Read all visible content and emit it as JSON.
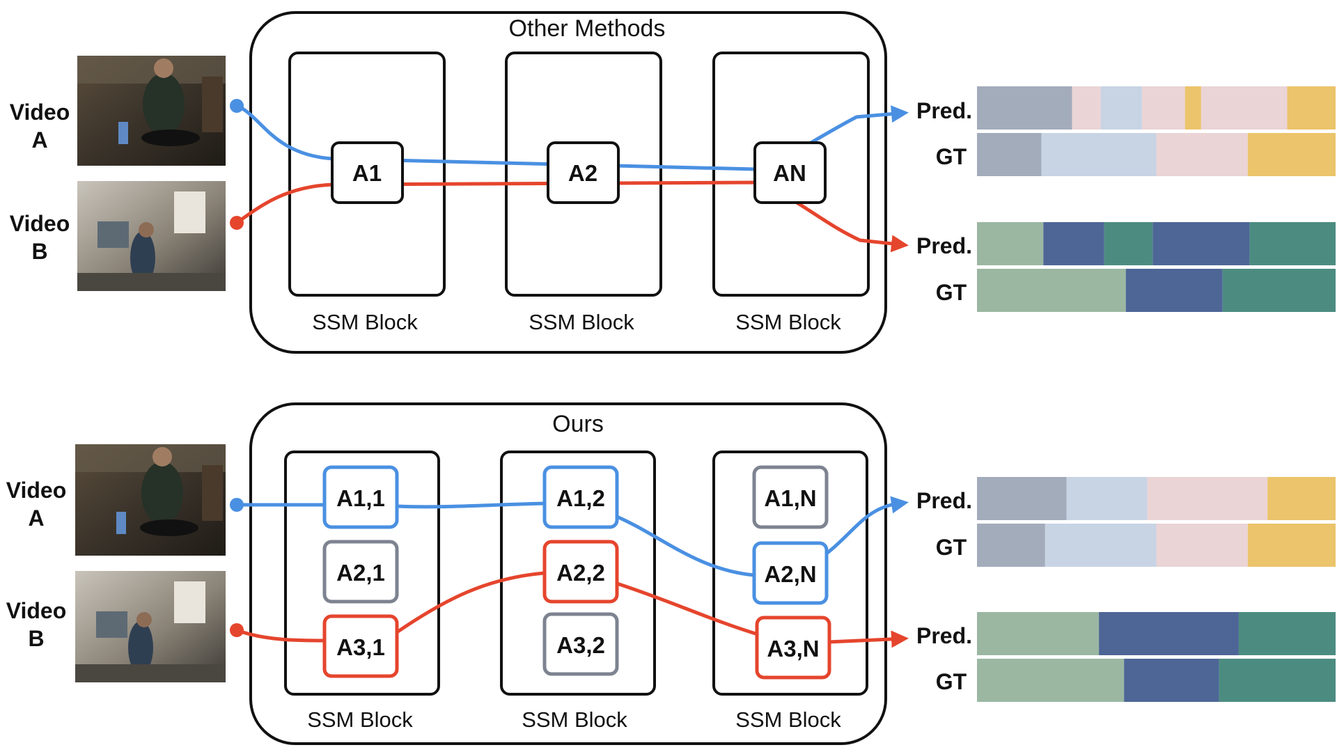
{
  "sections": [
    {
      "title": "Other Methods",
      "block_label": "SSM Block",
      "modules": [
        "A1",
        "A2",
        "AN"
      ]
    },
    {
      "title": "Ours",
      "block_label": "SSM Block",
      "modules": [
        [
          "A1,1",
          "A2,1",
          "A3,1"
        ],
        [
          "A1,2",
          "A2,2",
          "A3,2"
        ],
        [
          "A1,N",
          "A2,N",
          "A3,N"
        ]
      ]
    }
  ],
  "video_labels": {
    "a": [
      "Video",
      "A"
    ],
    "b": [
      "Video",
      "B"
    ]
  },
  "row_labels": {
    "pred": "Pred.",
    "gt": "GT"
  },
  "colors": {
    "video_a_path": "#4a90e2",
    "video_b_path": "#e5452d",
    "inactive_module": "#7d8390",
    "segment_gray": "#a3acbb",
    "segment_light_blue": "#c8d4e4",
    "segment_pink": "#ead4d6",
    "segment_yellow": "#ebc46b",
    "segment_sage": "#9bb7a2",
    "segment_navy": "#4e6696",
    "segment_teal": "#4c8c80"
  },
  "segmentations": {
    "top_a_pred": [
      [
        0.265,
        "segment_gray"
      ],
      [
        0.08,
        "segment_pink"
      ],
      [
        0.115,
        "segment_light_blue"
      ],
      [
        0.12,
        "segment_pink"
      ],
      [
        0.045,
        "segment_yellow"
      ],
      [
        0.24,
        "segment_pink"
      ],
      [
        0.135,
        "segment_yellow"
      ]
    ],
    "top_a_gt": [
      [
        0.18,
        "segment_gray"
      ],
      [
        0.32,
        "segment_light_blue"
      ],
      [
        0.255,
        "segment_pink"
      ],
      [
        0.245,
        "segment_yellow"
      ]
    ],
    "top_b_pred": [
      [
        0.185,
        "segment_sage"
      ],
      [
        0.17,
        "segment_navy"
      ],
      [
        0.135,
        "segment_teal"
      ],
      [
        0.27,
        "segment_navy"
      ],
      [
        0.24,
        "segment_teal"
      ]
    ],
    "top_b_gt": [
      [
        0.415,
        "segment_sage"
      ],
      [
        0.27,
        "segment_navy"
      ],
      [
        0.315,
        "segment_teal"
      ]
    ],
    "bot_a_pred": [
      [
        0.25,
        "segment_gray"
      ],
      [
        0.225,
        "segment_light_blue"
      ],
      [
        0.335,
        "segment_pink"
      ],
      [
        0.19,
        "segment_yellow"
      ]
    ],
    "bot_a_gt": [
      [
        0.19,
        "segment_gray"
      ],
      [
        0.31,
        "segment_light_blue"
      ],
      [
        0.255,
        "segment_pink"
      ],
      [
        0.245,
        "segment_yellow"
      ]
    ],
    "bot_b_pred": [
      [
        0.34,
        "segment_sage"
      ],
      [
        0.39,
        "segment_navy"
      ],
      [
        0.27,
        "segment_teal"
      ]
    ],
    "bot_b_gt": [
      [
        0.41,
        "segment_sage"
      ],
      [
        0.265,
        "segment_navy"
      ],
      [
        0.325,
        "segment_teal"
      ]
    ]
  }
}
